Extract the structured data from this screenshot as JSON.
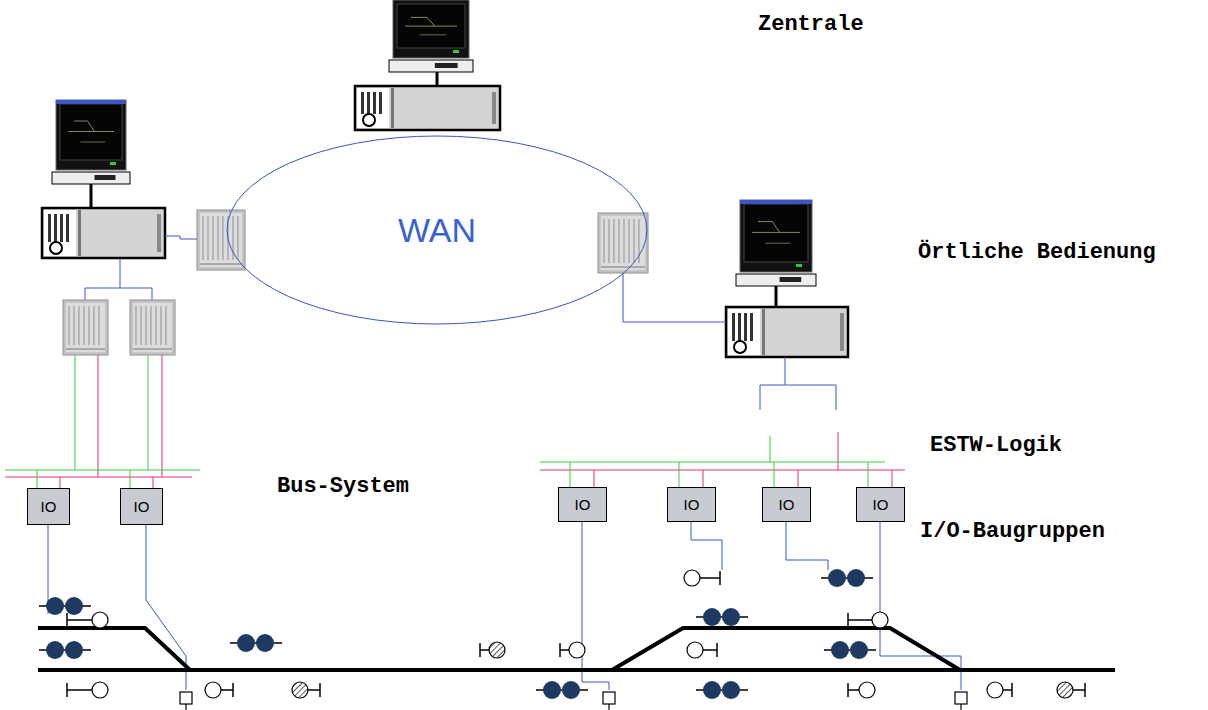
{
  "diagram": {
    "nodes": [
      {
        "text": [
          "WAN"
        ]
      },
      {
        "text": [
          "IO"
        ]
      },
      {
        "text": [
          "IO"
        ]
      },
      {
        "text": [
          "IO"
        ]
      },
      {
        "text": [
          "IO"
        ]
      },
      {
        "text": [
          "IO"
        ]
      },
      {
        "text": [
          "IO"
        ]
      }
    ],
    "labels": [
      "Zentrale",
      "Örtliche Bedienung",
      "ESTW-Logik",
      "Bus-System",
      "I/O-Baugruppen"
    ]
  }
}
